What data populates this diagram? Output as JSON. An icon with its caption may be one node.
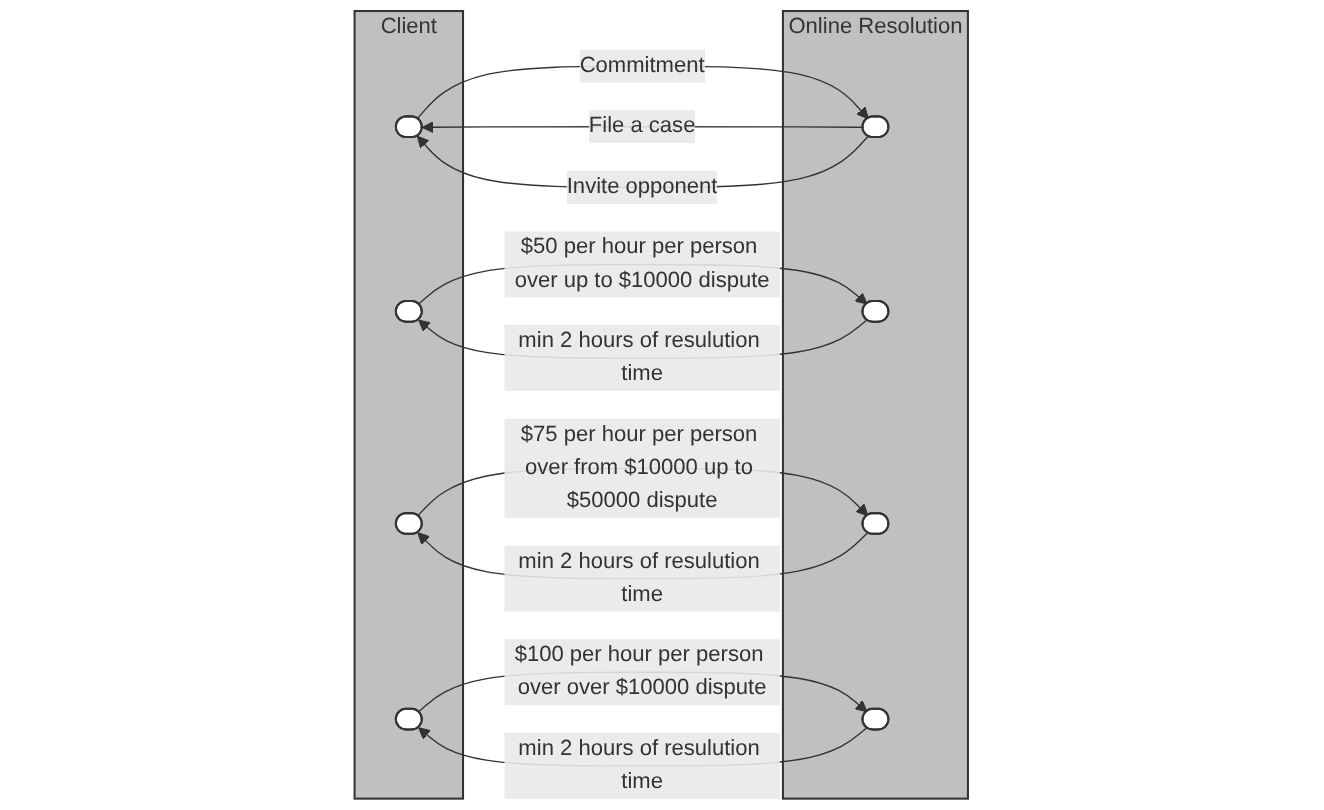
{
  "diagram": {
    "nodes": [
      {
        "text": [
          "Client"
        ]
      },
      {
        "text": [],
        "shape": "box",
        "in": 0
      },
      {
        "text": [],
        "shape": "box",
        "in": 0
      },
      {
        "text": [],
        "shape": "box",
        "in": 0
      },
      {
        "text": [],
        "shape": "box",
        "in": 0
      },
      {
        "text": [
          "Online Resolution"
        ]
      },
      {
        "text": [],
        "shape": "box",
        "in": 5
      },
      {
        "text": [],
        "shape": "box",
        "in": 5
      },
      {
        "text": [],
        "shape": "box",
        "in": 5
      },
      {
        "text": [],
        "shape": "box",
        "in": 5
      }
    ],
    "edges": [
      {
        "from": 6,
        "to": 1,
        "arrow": "to",
        "label": "File a case"
      },
      {
        "from": 6,
        "to": 1,
        "arrow": "to",
        "label": "Invite opponent"
      },
      {
        "from": 1,
        "to": 6,
        "arrow": "to",
        "label": "Commitment"
      },
      {
        "from": 2,
        "to": 7,
        "arrow": "to",
        "label": "$50 per hour per person over up to $10000 dispute"
      },
      {
        "from": 7,
        "to": 2,
        "arrow": "to",
        "label": "min 2 hours of resulution time"
      },
      {
        "from": 3,
        "to": 8,
        "arrow": "to",
        "label": "$75 per hour per person over from $10000 up to $50000 dispute"
      },
      {
        "from": 8,
        "to": 3,
        "arrow": "to",
        "label": "min 2 hours of resulution time"
      },
      {
        "from": 4,
        "to": 9,
        "arrow": "to",
        "label": "$100 per hour per person over over $10000 dispute"
      },
      {
        "from": 9,
        "to": 4,
        "arrow": "to",
        "label": "min 2 hours of resulution time"
      }
    ]
  }
}
